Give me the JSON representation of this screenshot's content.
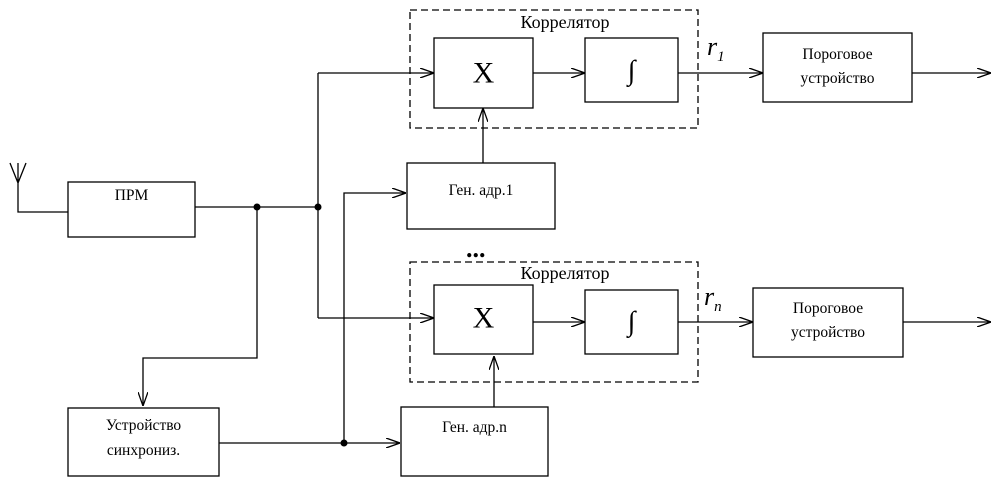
{
  "blocks": {
    "receiver": "ПРМ",
    "sync_line1": "Устройство",
    "sync_line2": "синхрониз.",
    "gen1": "Ген. адр.1",
    "genn": "Ген. адр.n",
    "threshold_line1": "Пороговое",
    "threshold_line2": "устройство"
  },
  "correlator": {
    "label": "Коррелятор",
    "multiplier": "X",
    "integrator": "∫"
  },
  "outputs": {
    "r_symbol": "r",
    "r1_sub": "1",
    "rn_sub": "n"
  },
  "ellipsis": "..."
}
